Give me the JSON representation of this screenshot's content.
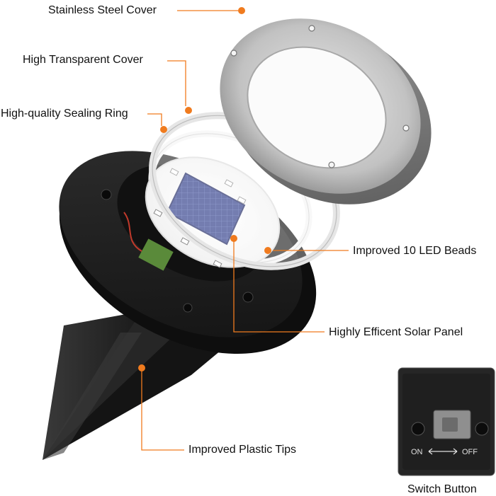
{
  "colors": {
    "accent": "#f07b1e",
    "body": "#1c1c1c",
    "steel": "#bdbdbd",
    "panel": "#27357a"
  },
  "labels": {
    "stainless_cover": "Stainless Steel Cover",
    "transparent_cover": "High Transparent Cover",
    "sealing_ring": "High-quality Sealing Ring",
    "led_beads": "Improved 10 LED Beads",
    "solar_panel": "Highly Efficent Solar Panel",
    "plastic_tips": "Improved Plastic Tips",
    "switch_button": "Switch Button"
  },
  "switch_inset": {
    "on_label": "ON",
    "off_label": "OFF"
  }
}
